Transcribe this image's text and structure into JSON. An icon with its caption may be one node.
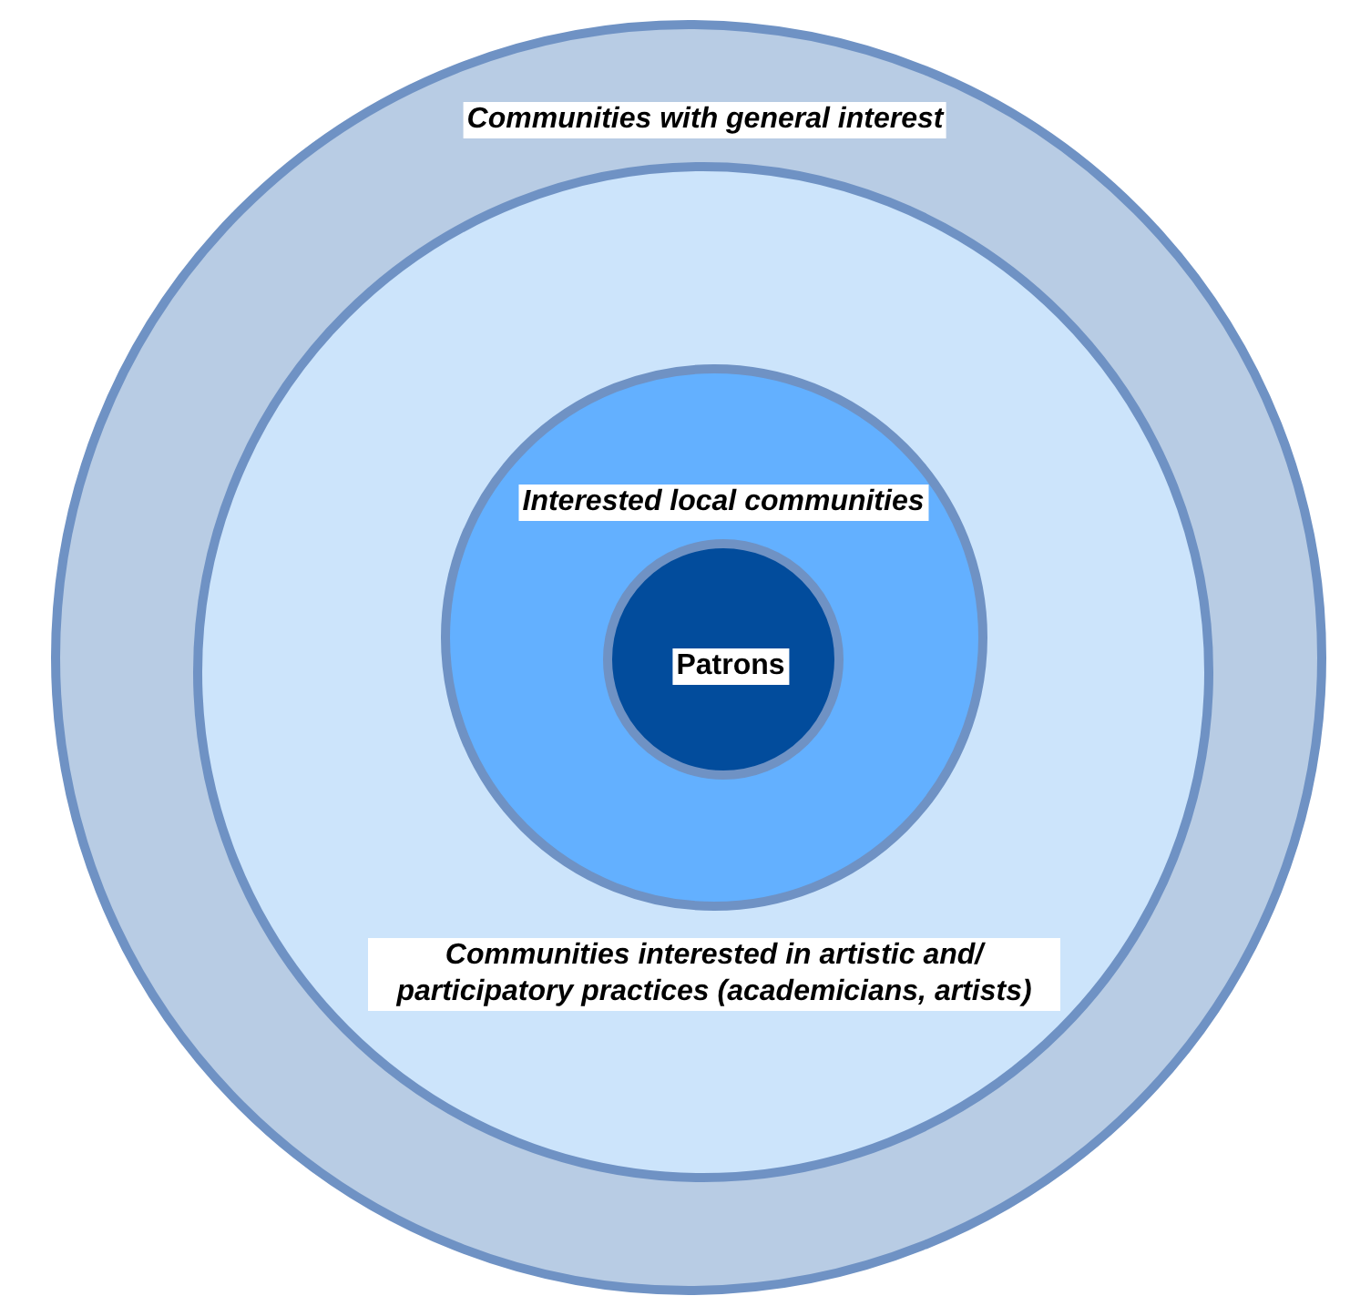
{
  "diagram": {
    "nodes": [
      {
        "text": [
          "Communities with general interest"
        ]
      },
      {
        "text": [
          "Communities interested in artistic and/ participatory practices (academicians, artists)"
        ],
        "in": 0
      },
      {
        "text": [
          "Interested local communities"
        ],
        "in": 1
      },
      {
        "text": [
          "Patrons"
        ],
        "in": 2
      }
    ]
  }
}
